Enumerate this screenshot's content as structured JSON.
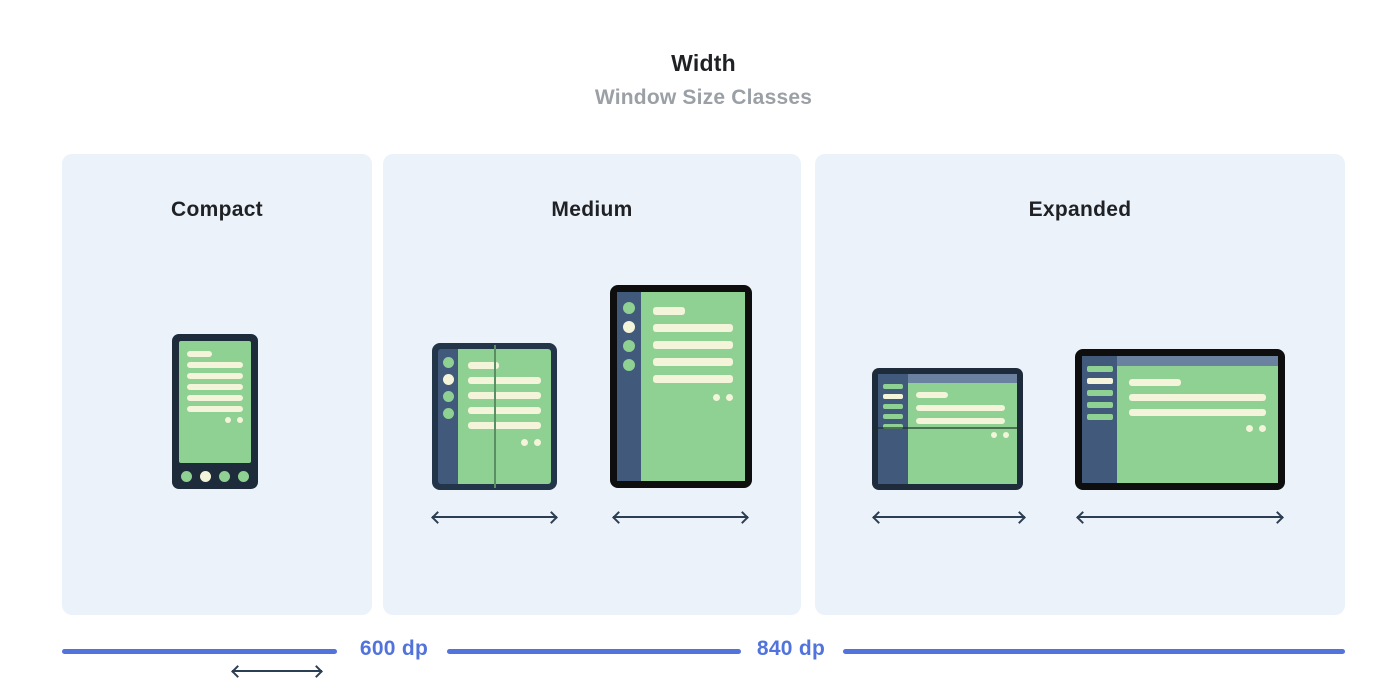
{
  "header": {
    "title": "Width",
    "subtitle": "Window Size Classes"
  },
  "size_classes": {
    "panels": [
      {
        "label": "Compact",
        "devices": [
          "phone-portrait"
        ]
      },
      {
        "label": "Medium",
        "devices": [
          "foldable-open-portrait",
          "tablet-portrait"
        ]
      },
      {
        "label": "Expanded",
        "devices": [
          "foldable-open-landscape",
          "tablet-landscape"
        ]
      }
    ]
  },
  "axis": {
    "breakpoint_labels": [
      "600 dp",
      "840 dp"
    ]
  },
  "colors": {
    "panel_background": "#ebf2fa",
    "device_screen_green": "#8ed192",
    "content_line_cream": "#f3f4da",
    "frame_navy": "#1d2b3a",
    "frame_black": "#0e0e0e",
    "nav_rail_navy": "#41597a",
    "app_bar_blue_gray": "#6a81a0",
    "arrow_dark": "#2c3e52",
    "breakpoint_blue": "#5173db",
    "title_text": "#1f2125",
    "subtitle_text": "#9aa0a6"
  }
}
